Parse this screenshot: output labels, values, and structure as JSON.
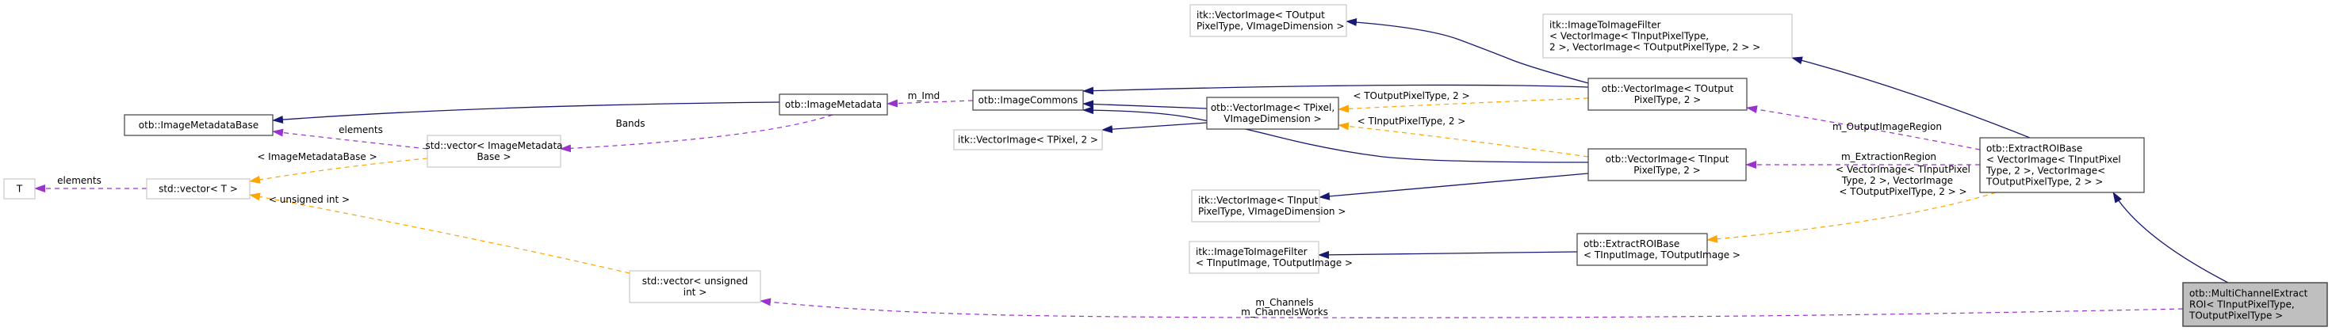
{
  "diagram": {
    "title": "Collaboration diagram for otb::MultiChannelExtractROI< TInputPixelType, TOutputPixelType >",
    "colors": {
      "inheritance": "#191970",
      "usage": "#9a32cd",
      "template": "#ffa500",
      "focus_fill": "#bfbfbf",
      "documented_border": "#404040",
      "external_border": "#c8c8c8"
    },
    "nodes": [
      {
        "id": "T",
        "lines": [
          "T"
        ],
        "kind": "external"
      },
      {
        "id": "vecT",
        "lines": [
          "std::vector< T >"
        ],
        "kind": "external"
      },
      {
        "id": "imdBase",
        "lines": [
          "otb::ImageMetadataBase"
        ],
        "kind": "documented"
      },
      {
        "id": "vecImdBase",
        "lines": [
          "std::vector< ImageMetadata",
          "Base >"
        ],
        "kind": "external"
      },
      {
        "id": "imd",
        "lines": [
          "otb::ImageMetadata"
        ],
        "kind": "documented"
      },
      {
        "id": "imgCommons",
        "lines": [
          "otb::ImageCommons"
        ],
        "kind": "documented"
      },
      {
        "id": "itkVecTPixel2",
        "lines": [
          "itk::VectorImage< TPixel, 2 >"
        ],
        "kind": "external"
      },
      {
        "id": "otbVecTPixel",
        "lines": [
          "otb::VectorImage< TPixel,",
          "VImageDimension >"
        ],
        "kind": "documented"
      },
      {
        "id": "itkVecTOut",
        "lines": [
          "itk::VectorImage< TOutput",
          "PixelType, VImageDimension >"
        ],
        "kind": "external"
      },
      {
        "id": "itkI2IVec",
        "lines": [
          "itk::ImageToImageFilter",
          "< VectorImage< TInputPixelType,",
          " 2 >, VectorImage< TOutputPixelType, 2 > >"
        ],
        "kind": "external"
      },
      {
        "id": "otbVecTOut",
        "lines": [
          "otb::VectorImage< TOutput",
          "PixelType, 2 >"
        ],
        "kind": "documented"
      },
      {
        "id": "otbVecTIn",
        "lines": [
          "otb::VectorImage< TInput",
          "PixelType, 2 >"
        ],
        "kind": "documented"
      },
      {
        "id": "itkVecTIn",
        "lines": [
          "itk::VectorImage< TInput",
          "PixelType, VImageDimension >"
        ],
        "kind": "external"
      },
      {
        "id": "itkI2I",
        "lines": [
          "itk::ImageToImageFilter",
          "< TInputImage, TOutputImage >"
        ],
        "kind": "external"
      },
      {
        "id": "extractBase",
        "lines": [
          "otb::ExtractROIBase",
          "< TInputImage, TOutputImage >"
        ],
        "kind": "documented"
      },
      {
        "id": "extractBaseVec",
        "lines": [
          "otb::ExtractROIBase",
          "< VectorImage< TInputPixel",
          "Type, 2 >, VectorImage<",
          "  TOutputPixelType, 2 > >"
        ],
        "kind": "documented"
      },
      {
        "id": "vecUInt",
        "lines": [
          "std::vector< unsigned",
          "int >"
        ],
        "kind": "external"
      },
      {
        "id": "mcExtract",
        "lines": [
          "otb::MultiChannelExtract",
          "ROI< TInputPixelType,",
          "  TOutputPixelType >"
        ],
        "kind": "focus"
      }
    ],
    "edges": [
      {
        "from": "vecT",
        "to": "T",
        "type": "usage",
        "label": [
          "elements"
        ]
      },
      {
        "from": "vecImdBase",
        "to": "imdBase",
        "type": "usage",
        "label": [
          "elements"
        ]
      },
      {
        "from": "vecImdBase",
        "to": "vecT",
        "type": "template",
        "label": [
          "< ImageMetadataBase >"
        ]
      },
      {
        "from": "imd",
        "to": "imdBase",
        "type": "inheritance",
        "label": []
      },
      {
        "from": "imd",
        "to": "vecImdBase",
        "type": "usage",
        "label": [
          "Bands"
        ]
      },
      {
        "from": "imgCommons",
        "to": "imd",
        "type": "usage",
        "label": [
          "m_Imd"
        ]
      },
      {
        "from": "otbVecTOut",
        "to": "imgCommons",
        "type": "inheritance",
        "label": []
      },
      {
        "from": "otbVecTPixel",
        "to": "imgCommons",
        "type": "inheritance",
        "label": []
      },
      {
        "from": "otbVecTIn",
        "to": "imgCommons",
        "type": "inheritance",
        "label": []
      },
      {
        "from": "otbVecTPixel",
        "to": "itkVecTPixel2",
        "type": "inheritance",
        "label": []
      },
      {
        "from": "otbVecTOut",
        "to": "itkVecTOut",
        "type": "inheritance",
        "label": []
      },
      {
        "from": "otbVecTOut",
        "to": "otbVecTPixel",
        "type": "template",
        "label": [
          "< TOutputPixelType, 2 >"
        ]
      },
      {
        "from": "otbVecTIn",
        "to": "otbVecTPixel",
        "type": "template",
        "label": [
          "< TInputPixelType, 2 >"
        ]
      },
      {
        "from": "otbVecTIn",
        "to": "itkVecTIn",
        "type": "inheritance",
        "label": []
      },
      {
        "from": "extractBase",
        "to": "itkI2I",
        "type": "inheritance",
        "label": []
      },
      {
        "from": "extractBaseVec",
        "to": "itkI2IVec",
        "type": "inheritance",
        "label": []
      },
      {
        "from": "extractBaseVec",
        "to": "otbVecTOut",
        "type": "usage",
        "label": [
          "m_OutputImageRegion"
        ]
      },
      {
        "from": "extractBaseVec",
        "to": "otbVecTIn",
        "type": "usage",
        "label": [
          "m_ExtractionRegion"
        ]
      },
      {
        "from": "extractBaseVec",
        "to": "extractBase",
        "type": "template",
        "label": [
          "< VectorImage< TInputPixel",
          "Type, 2 >, VectorImage",
          " < TOutputPixelType, 2 > >"
        ]
      },
      {
        "from": "vecUInt",
        "to": "vecT",
        "type": "template",
        "label": [
          "< unsigned int >"
        ]
      },
      {
        "from": "mcExtract",
        "to": "extractBaseVec",
        "type": "inheritance",
        "label": []
      },
      {
        "from": "mcExtract",
        "to": "vecUInt",
        "type": "usage",
        "label": [
          "m_Channels",
          "m_ChannelsWorks"
        ]
      }
    ]
  }
}
